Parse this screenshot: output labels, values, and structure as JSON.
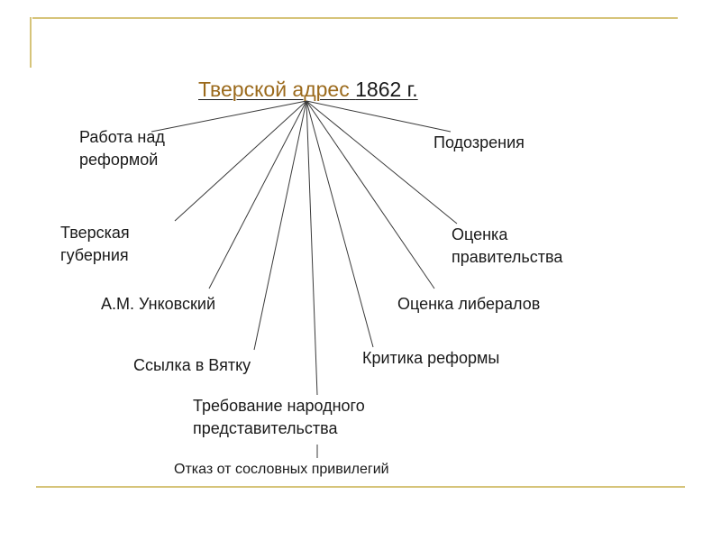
{
  "title": {
    "main": "Тверской адрес",
    "year": "1862 г."
  },
  "nodes": {
    "work_on_reform": "Работа над\nреформой",
    "suspicions": "Подозрения",
    "tver_province": "Тверская\nгуберния",
    "gov_assessment": "Оценка\nправительства",
    "unkovsky": "А.М. Унковский",
    "liberals_assessment": "Оценка либералов",
    "exile_vyatka": "Ссылка в Вятку",
    "reform_criticism": "Критика реформы",
    "representation_demand": "Требование народного\nпредставительства",
    "privileges_refusal": "Отказ от сословных привилегий"
  },
  "colors": {
    "accent": "#9b6a1c",
    "frame": "#d6c47a",
    "line": "#3a3a3a"
  }
}
